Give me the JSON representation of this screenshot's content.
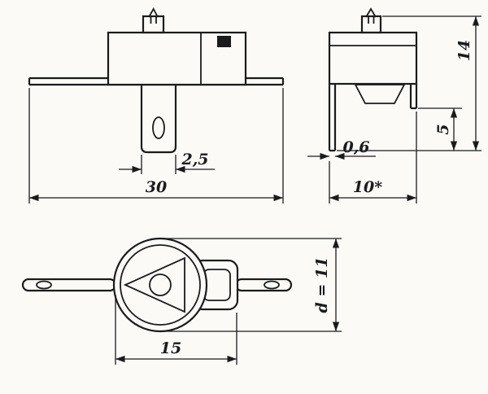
{
  "colors": {
    "paper": "#fbfaf7",
    "ink": "#1b1b1b"
  },
  "drawing": {
    "views": {
      "front": {
        "dims": {
          "tab_width": "2,5",
          "overall_width": "30"
        }
      },
      "side": {
        "dims": {
          "overall_height": "14",
          "leg_height": "5",
          "tab_thickness": "0,6",
          "body_width": "10*"
        }
      },
      "bottom": {
        "dims": {
          "lead_span": "15",
          "body_diameter": "d = 11"
        }
      }
    }
  }
}
